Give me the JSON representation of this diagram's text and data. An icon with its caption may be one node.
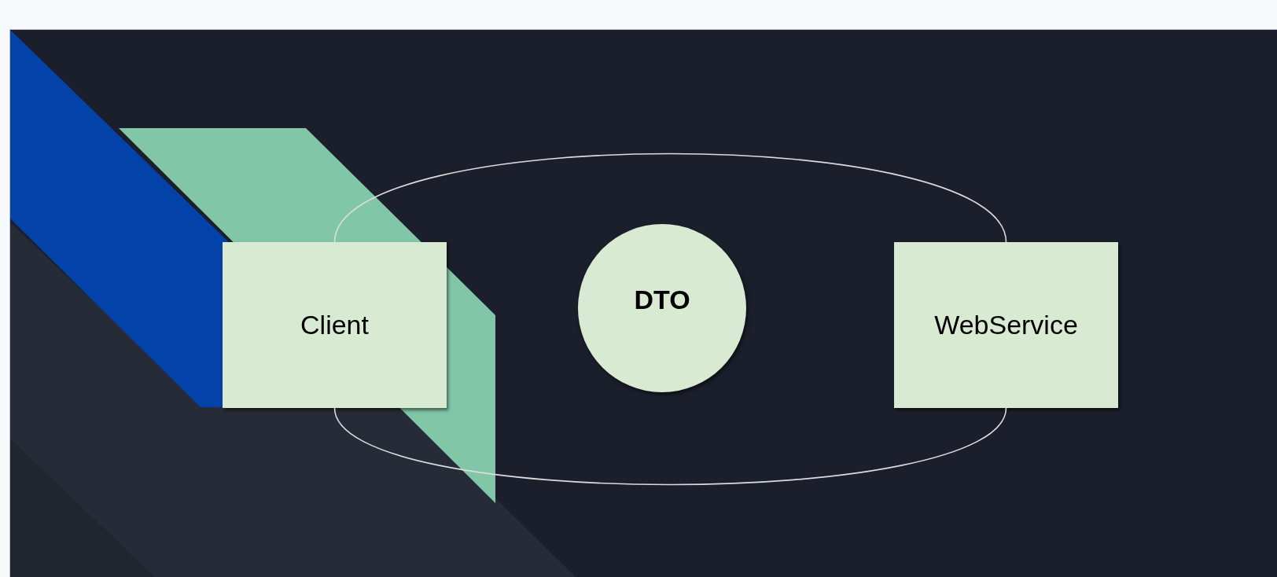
{
  "diagram": {
    "nodes": [
      {
        "text": [
          "Client"
        ]
      },
      {
        "text": [
          "DTO"
        ]
      },
      {
        "text": [
          "WebService"
        ]
      }
    ],
    "edges": [
      {
        "from": 0,
        "to": 2,
        "arrow": "none"
      },
      {
        "from": 0,
        "to": 2,
        "arrow": "none"
      }
    ]
  }
}
